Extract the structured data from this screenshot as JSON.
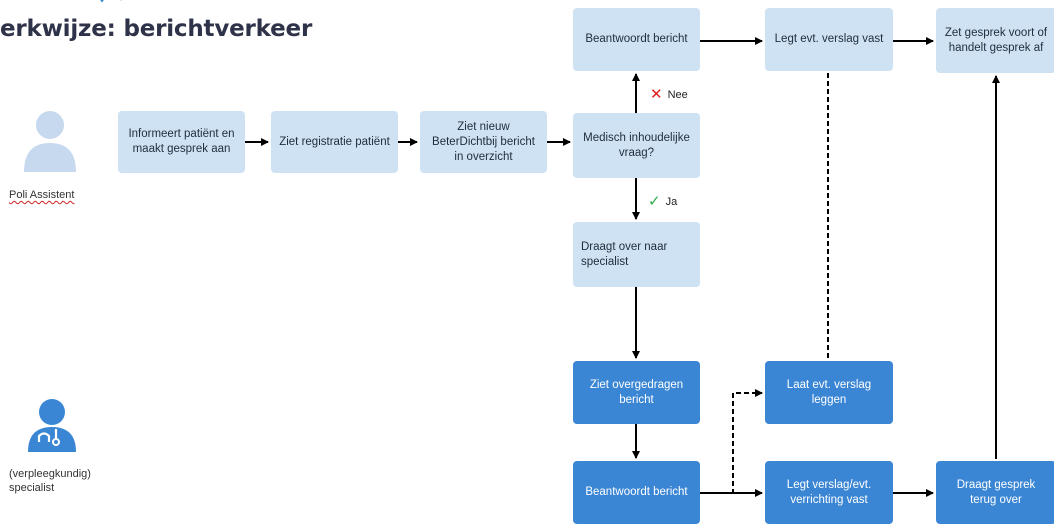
{
  "title": "erkwijze: berichtverkeer",
  "actors": {
    "poli_assistent": {
      "label": "Poli Assistent",
      "color": "#c6d9ee"
    },
    "specialist": {
      "label_line1": "(verpleegkundig)",
      "label_line2": "specialist",
      "color": "#3a86d4"
    }
  },
  "nodes": {
    "informeert": "Informeert patiënt en maakt gesprek aan",
    "ziet_registratie": "Ziet registratie patiënt",
    "ziet_nieuw": "Ziet nieuw BeterDichtbij bericht in overzicht",
    "medisch_vraag": "Medisch inhoudelijke vraag?",
    "beantwoordt_top": "Beantwoordt bericht",
    "legt_verslag_top": "Legt evt. verslag vast",
    "zet_gesprek": "Zet gesprek voort of handelt gesprek af",
    "draagt_over": "Draagt over naar specialist",
    "ziet_overgedragen": "Ziet overgedragen bericht",
    "laat_verslag": "Laat evt. verslag leggen",
    "beantwoordt_bottom": "Beantwoordt bericht",
    "legt_verslag_bottom": "Legt verslag/evt. verrichting vast",
    "draagt_terug": "Draagt gesprek terug over"
  },
  "edge_labels": {
    "nee": "Nee",
    "ja": "Ja"
  },
  "colors": {
    "light_box": "#cfe2f3",
    "dark_box": "#3a86d4",
    "no_mark": "#e02020",
    "yes_mark": "#2ea84a"
  }
}
